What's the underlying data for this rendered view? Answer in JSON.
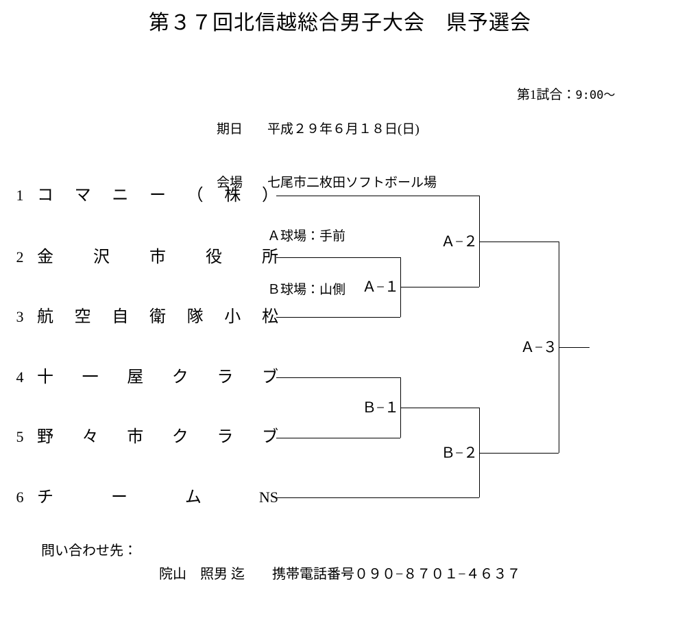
{
  "document": {
    "title": "第３７回北信越総合男子大会　県予選会",
    "background_color": "#ffffff",
    "line_color": "#000000",
    "text_color": "#000000"
  },
  "event_info": {
    "date_label": "期日",
    "date_value": "平成２９年６月１８日(日)",
    "venue_label": "会場",
    "venue_value": "七尾市二枚田ソフトボール場",
    "field_a": "Ａ球場：手前",
    "field_b": "Ｂ球場：山側",
    "first_game_label": "第1試合：",
    "first_game_time": "9:00〜"
  },
  "bracket": {
    "type": "single-elimination",
    "teams": [
      {
        "seed": "1",
        "name": "コマニー（株）",
        "chars": [
          "コ",
          "マ",
          "ニ",
          "ー",
          "（",
          "株",
          "）"
        ]
      },
      {
        "seed": "2",
        "name": "金沢市役所",
        "chars": [
          "金",
          "沢",
          "市",
          "役",
          "所"
        ]
      },
      {
        "seed": "3",
        "name": "航空自衛隊小松",
        "chars": [
          "航",
          "空",
          "自",
          "衛",
          "隊",
          "小",
          "松"
        ]
      },
      {
        "seed": "4",
        "name": "十一屋クラブ",
        "chars": [
          "十",
          "一",
          "屋",
          "ク",
          "ラ",
          "ブ"
        ]
      },
      {
        "seed": "5",
        "name": "野々市クラブ",
        "chars": [
          "野",
          "々",
          "市",
          "ク",
          "ラ",
          "ブ"
        ]
      },
      {
        "seed": "6",
        "name": "チームNS",
        "chars": [
          "チ",
          "ー",
          "ム",
          "NS"
        ]
      }
    ],
    "matches": [
      {
        "id": "A-1",
        "label": "Ａ−１",
        "round": 1,
        "feeds_from": [
          "2",
          "3"
        ]
      },
      {
        "id": "A-2",
        "label": "Ａ−２",
        "round": 2,
        "feeds_from": [
          "1",
          "A-1"
        ]
      },
      {
        "id": "B-1",
        "label": "Ｂ−１",
        "round": 1,
        "feeds_from": [
          "4",
          "5"
        ]
      },
      {
        "id": "B-2",
        "label": "Ｂ−２",
        "round": 2,
        "feeds_from": [
          "B-1",
          "6"
        ]
      },
      {
        "id": "A-3",
        "label": "Ａ−３",
        "round": 3,
        "feeds_from": [
          "A-2",
          "B-2"
        ]
      }
    ]
  },
  "contact": {
    "heading": "問い合わせ先：",
    "details": "院山　照男 迄　　携帯電話番号０９０−８７０１−４６３７"
  }
}
